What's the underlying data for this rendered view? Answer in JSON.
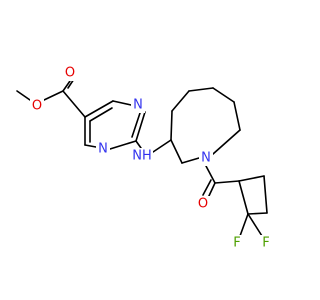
{
  "colors": {
    "bond": "#000000",
    "carbon": "#000000",
    "nitrogen": "#3333ee",
    "oxygen": "#e60000",
    "fluorine": "#4ea000"
  },
  "atoms": {
    "o_ether": {
      "symbol": "O",
      "element": "oxygen"
    },
    "o_ester_carbonyl": {
      "symbol": "O",
      "element": "oxygen"
    },
    "n_pyrimidine_upper": {
      "symbol": "N",
      "element": "nitrogen"
    },
    "n_pyrimidine_lower": {
      "symbol": "N",
      "element": "nitrogen"
    },
    "nh_amine": {
      "symbol": "NH",
      "element": "nitrogen"
    },
    "n_azocane": {
      "symbol": "N",
      "element": "nitrogen"
    },
    "o_amide": {
      "symbol": "O",
      "element": "oxygen"
    },
    "f_left": {
      "symbol": "F",
      "element": "fluorine"
    },
    "f_right": {
      "symbol": "F",
      "element": "fluorine"
    }
  }
}
